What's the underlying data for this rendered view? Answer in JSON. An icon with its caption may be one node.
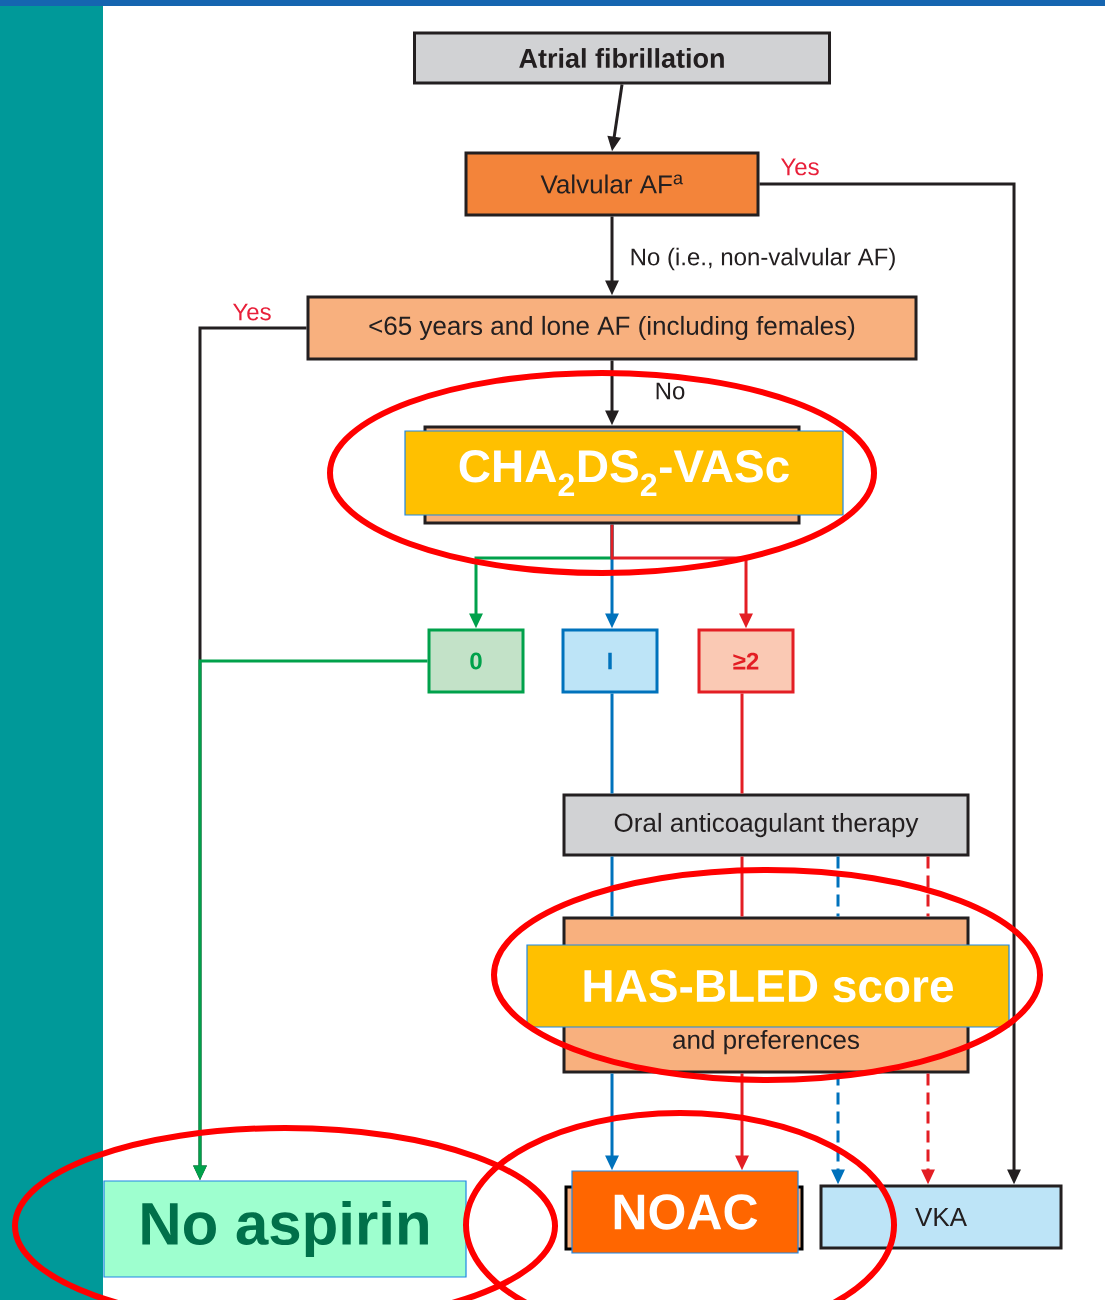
{
  "diagram": {
    "nodes": [
      {
        "text": [
          "Atrial fibrillation"
        ]
      },
      {
        "text": [
          "Valvular AF$^{a}$"
        ]
      },
      {
        "text": [
          "<65 years and lone AF (including females)"
        ]
      },
      {
        "text": [
          "CHA$_{2}$DS$_{2}$-VASc"
        ]
      },
      {
        "text": [
          "0"
        ]
      },
      {
        "text": [
          "I"
        ]
      },
      {
        "text": [
          "≥2"
        ]
      },
      {
        "text": [
          "Oral anticoagulant therapy"
        ]
      },
      {
        "text": [
          "HAS-BLED score",
          "and preferences"
        ]
      },
      {
        "text": [
          "No aspirin"
        ]
      },
      {
        "text": [
          "NOAC"
        ]
      },
      {
        "text": [
          "VKA"
        ]
      }
    ],
    "edges": [
      {
        "from": 0,
        "to": 1,
        "arrow": "to",
        "color": "#231f20"
      },
      {
        "from": 1,
        "to": 11,
        "arrow": "to",
        "label": "Yes",
        "color": "#231f20"
      },
      {
        "from": 1,
        "to": 2,
        "arrow": "to",
        "label": "No (i.e., non-valvular AF)",
        "color": "#231f20"
      },
      {
        "from": 2,
        "to": 9,
        "arrow": "to",
        "label": "Yes",
        "color": "#231f20"
      },
      {
        "from": 2,
        "to": 3,
        "arrow": "to",
        "label": "No",
        "color": "#231f20"
      },
      {
        "from": 3,
        "to": 4,
        "arrow": "to",
        "color": "#00a14b"
      },
      {
        "from": 3,
        "to": 5,
        "arrow": "to",
        "color": "#0072bc"
      },
      {
        "from": 3,
        "to": 6,
        "arrow": "to",
        "color": "#e31e24"
      },
      {
        "from": 4,
        "to": 9,
        "arrow": "to",
        "color": "#00a14b"
      },
      {
        "from": 5,
        "to": 7,
        "arrow": "none",
        "color": "#0072bc"
      },
      {
        "from": 6,
        "to": 7,
        "arrow": "none",
        "color": "#e31e24"
      },
      {
        "from": 7,
        "to": 8,
        "arrow": "none",
        "color": "#0072bc"
      },
      {
        "from": 7,
        "to": 8,
        "arrow": "none",
        "color": "#e31e24"
      },
      {
        "from": 7,
        "to": 8,
        "arrow": "none",
        "style": "dashed",
        "color": "#0072bc"
      },
      {
        "from": 7,
        "to": 8,
        "arrow": "none",
        "style": "dashed",
        "color": "#e31e24"
      },
      {
        "from": 8,
        "to": 10,
        "arrow": "to",
        "color": "#0072bc"
      },
      {
        "from": 8,
        "to": 10,
        "arrow": "to",
        "color": "#e31e24"
      },
      {
        "from": 8,
        "to": 11,
        "arrow": "to",
        "style": "dashed",
        "color": "#0072bc"
      },
      {
        "from": 8,
        "to": 11,
        "arrow": "to",
        "style": "dashed",
        "color": "#e31e24"
      }
    ]
  }
}
